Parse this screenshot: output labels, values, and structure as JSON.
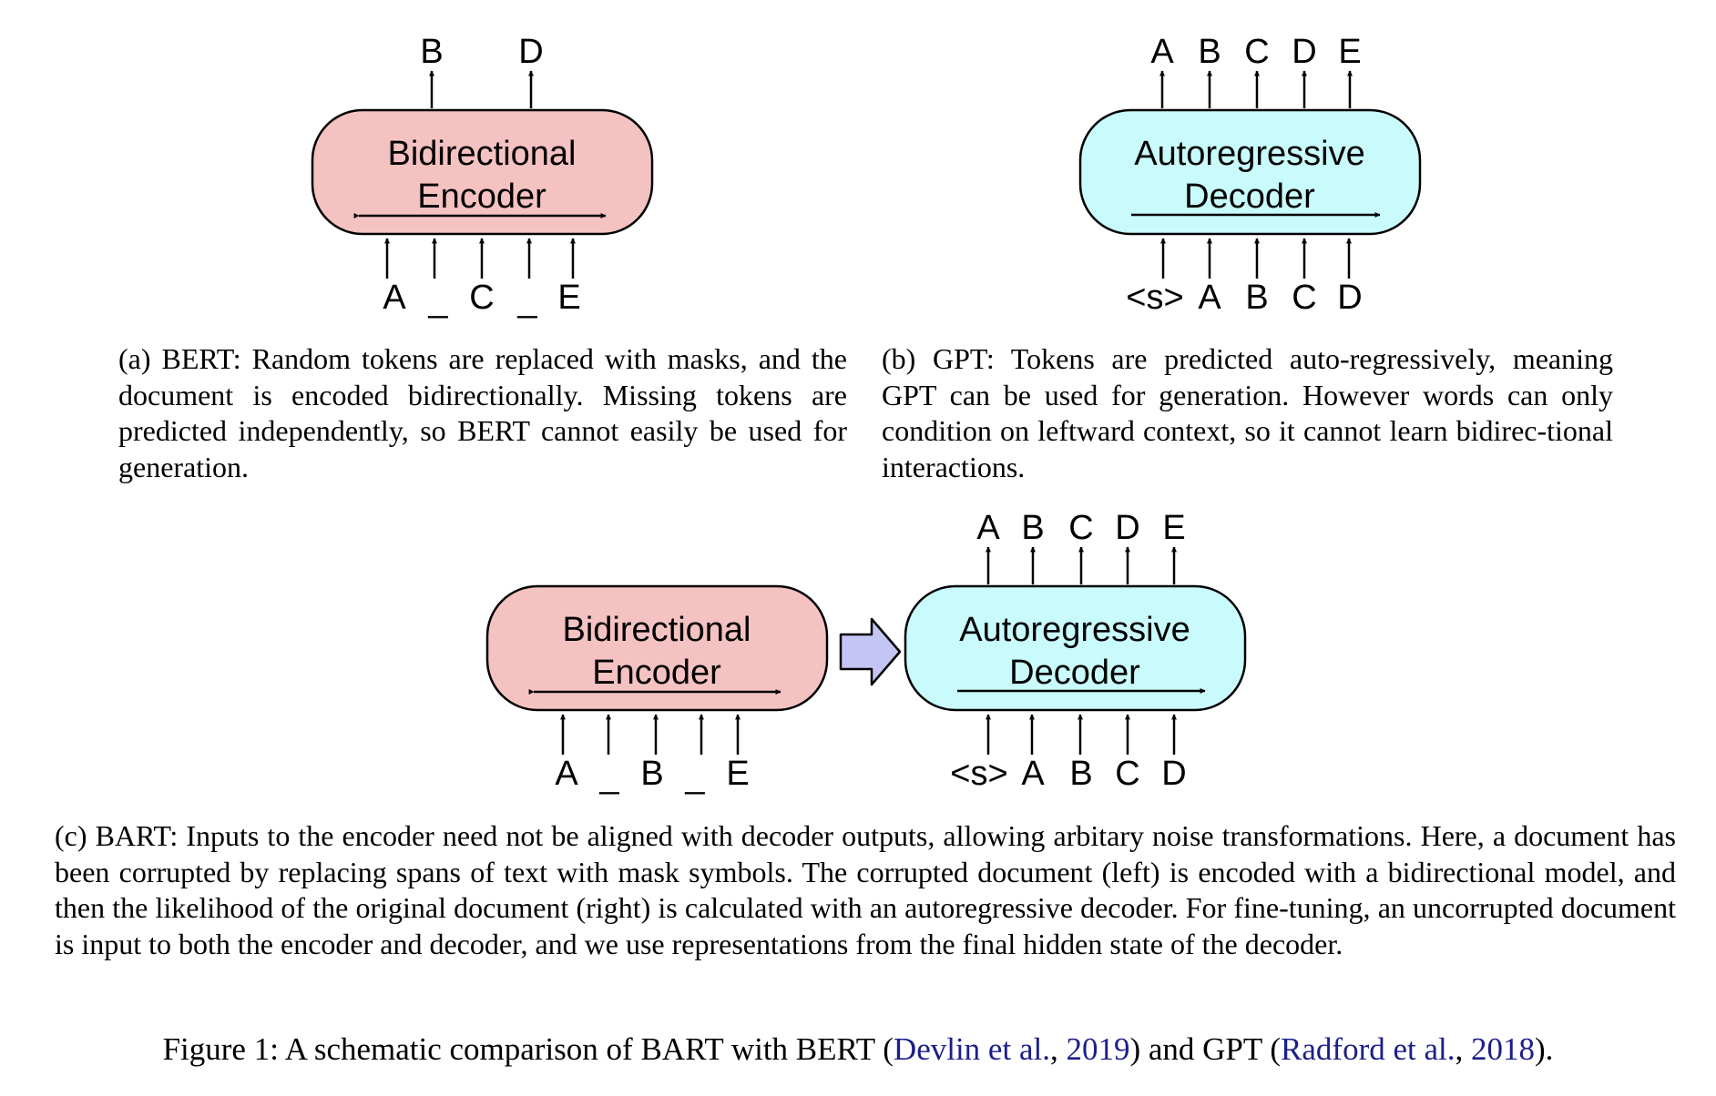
{
  "panel_a": {
    "box_label_line1": "Bidirectional",
    "box_label_line2": "Encoder",
    "outputs": [
      "B",
      "D"
    ],
    "inputs": [
      "A",
      "_",
      "C",
      "_",
      "E"
    ],
    "caption": "(a) BERT: Random tokens are replaced with masks, and the document is encoded bidirectionally. Missing tokens are predicted independently, so BERT cannot easily be used for generation."
  },
  "panel_b": {
    "box_label_line1": "Autoregressive",
    "box_label_line2": "Decoder",
    "outputs": [
      "A",
      "B",
      "C",
      "D",
      "E"
    ],
    "inputs": [
      "<s>",
      "A",
      "B",
      "C",
      "D"
    ],
    "caption": "(b) GPT: Tokens are predicted auto-regressively, meaning GPT can be used for generation. However words can only condition on leftward context, so it cannot learn bidirec-tional interactions."
  },
  "panel_c": {
    "encoder_label_line1": "Bidirectional",
    "encoder_label_line2": "Encoder",
    "encoder_inputs": [
      "A",
      "_",
      "B",
      "_",
      "E"
    ],
    "decoder_label_line1": "Autoregressive",
    "decoder_label_line2": "Decoder",
    "decoder_outputs": [
      "A",
      "B",
      "C",
      "D",
      "E"
    ],
    "decoder_inputs": [
      "<s>",
      "A",
      "B",
      "C",
      "D"
    ],
    "caption": "(c) BART: Inputs to the encoder need not be aligned with decoder outputs, allowing arbitary noise transformations. Here, a document has been corrupted by replacing spans of text with mask symbols. The corrupted document (left) is encoded with a bidirectional model, and then the likelihood of the original document (right) is calculated with an autoregressive decoder. For fine-tuning, an uncorrupted document is input to both the encoder and decoder, and we use representations from the final hidden state of the decoder."
  },
  "figure_caption": {
    "prefix": "Figure 1: A schematic comparison of BART with BERT (",
    "cite1_author": "Devlin et al.",
    "sep1": ", ",
    "cite1_year": "2019",
    "middle": ") and GPT (",
    "cite2_author": "Radford et al.",
    "sep2": ", ",
    "cite2_year": "2018",
    "suffix": ")."
  },
  "colors": {
    "encoder_fill": "#f5c2c2",
    "decoder_fill": "#c9fbfc",
    "transfer_arrow_fill": "#c4c4f5",
    "citation": "#1b1f8a"
  }
}
